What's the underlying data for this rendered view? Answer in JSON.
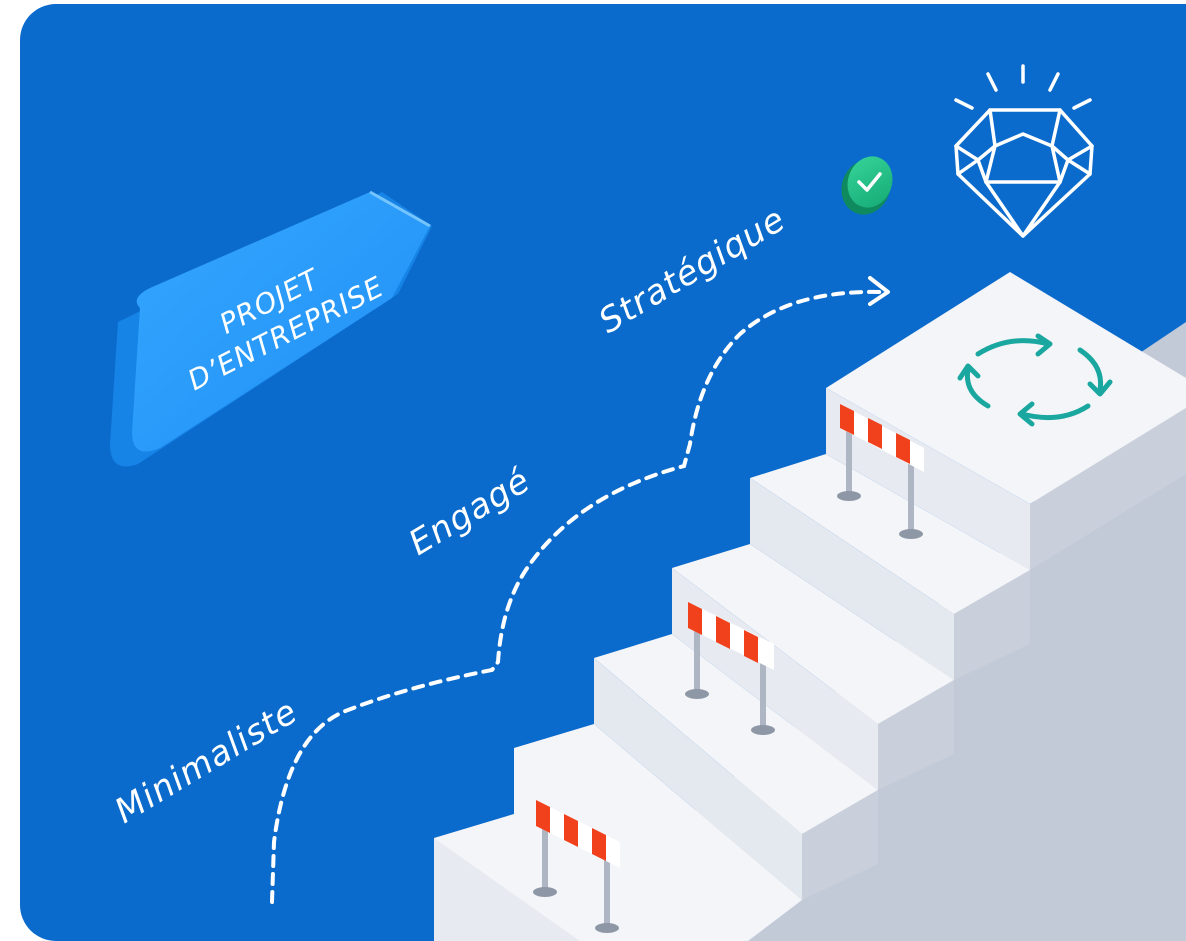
{
  "tag": {
    "line1": "PROJET",
    "line2": "D’ENTREPRISE"
  },
  "path_labels": {
    "step1": "Minimaliste",
    "step2": "Engagé",
    "step3": "Stratégique"
  },
  "icons": {
    "check": "check-badge-icon",
    "diamond": "diamond-icon",
    "cycle": "cycle-arrows-icon",
    "barrier": "road-barrier-icon"
  },
  "colors": {
    "background": "#0b6bcc",
    "tag": "#2a9dfb",
    "stairs_top": "#f4f5f8",
    "stairs_side": "#c2cad8",
    "cycle": "#1aa7a0",
    "check": "#26c58c",
    "barrier_red": "#f0411c"
  }
}
